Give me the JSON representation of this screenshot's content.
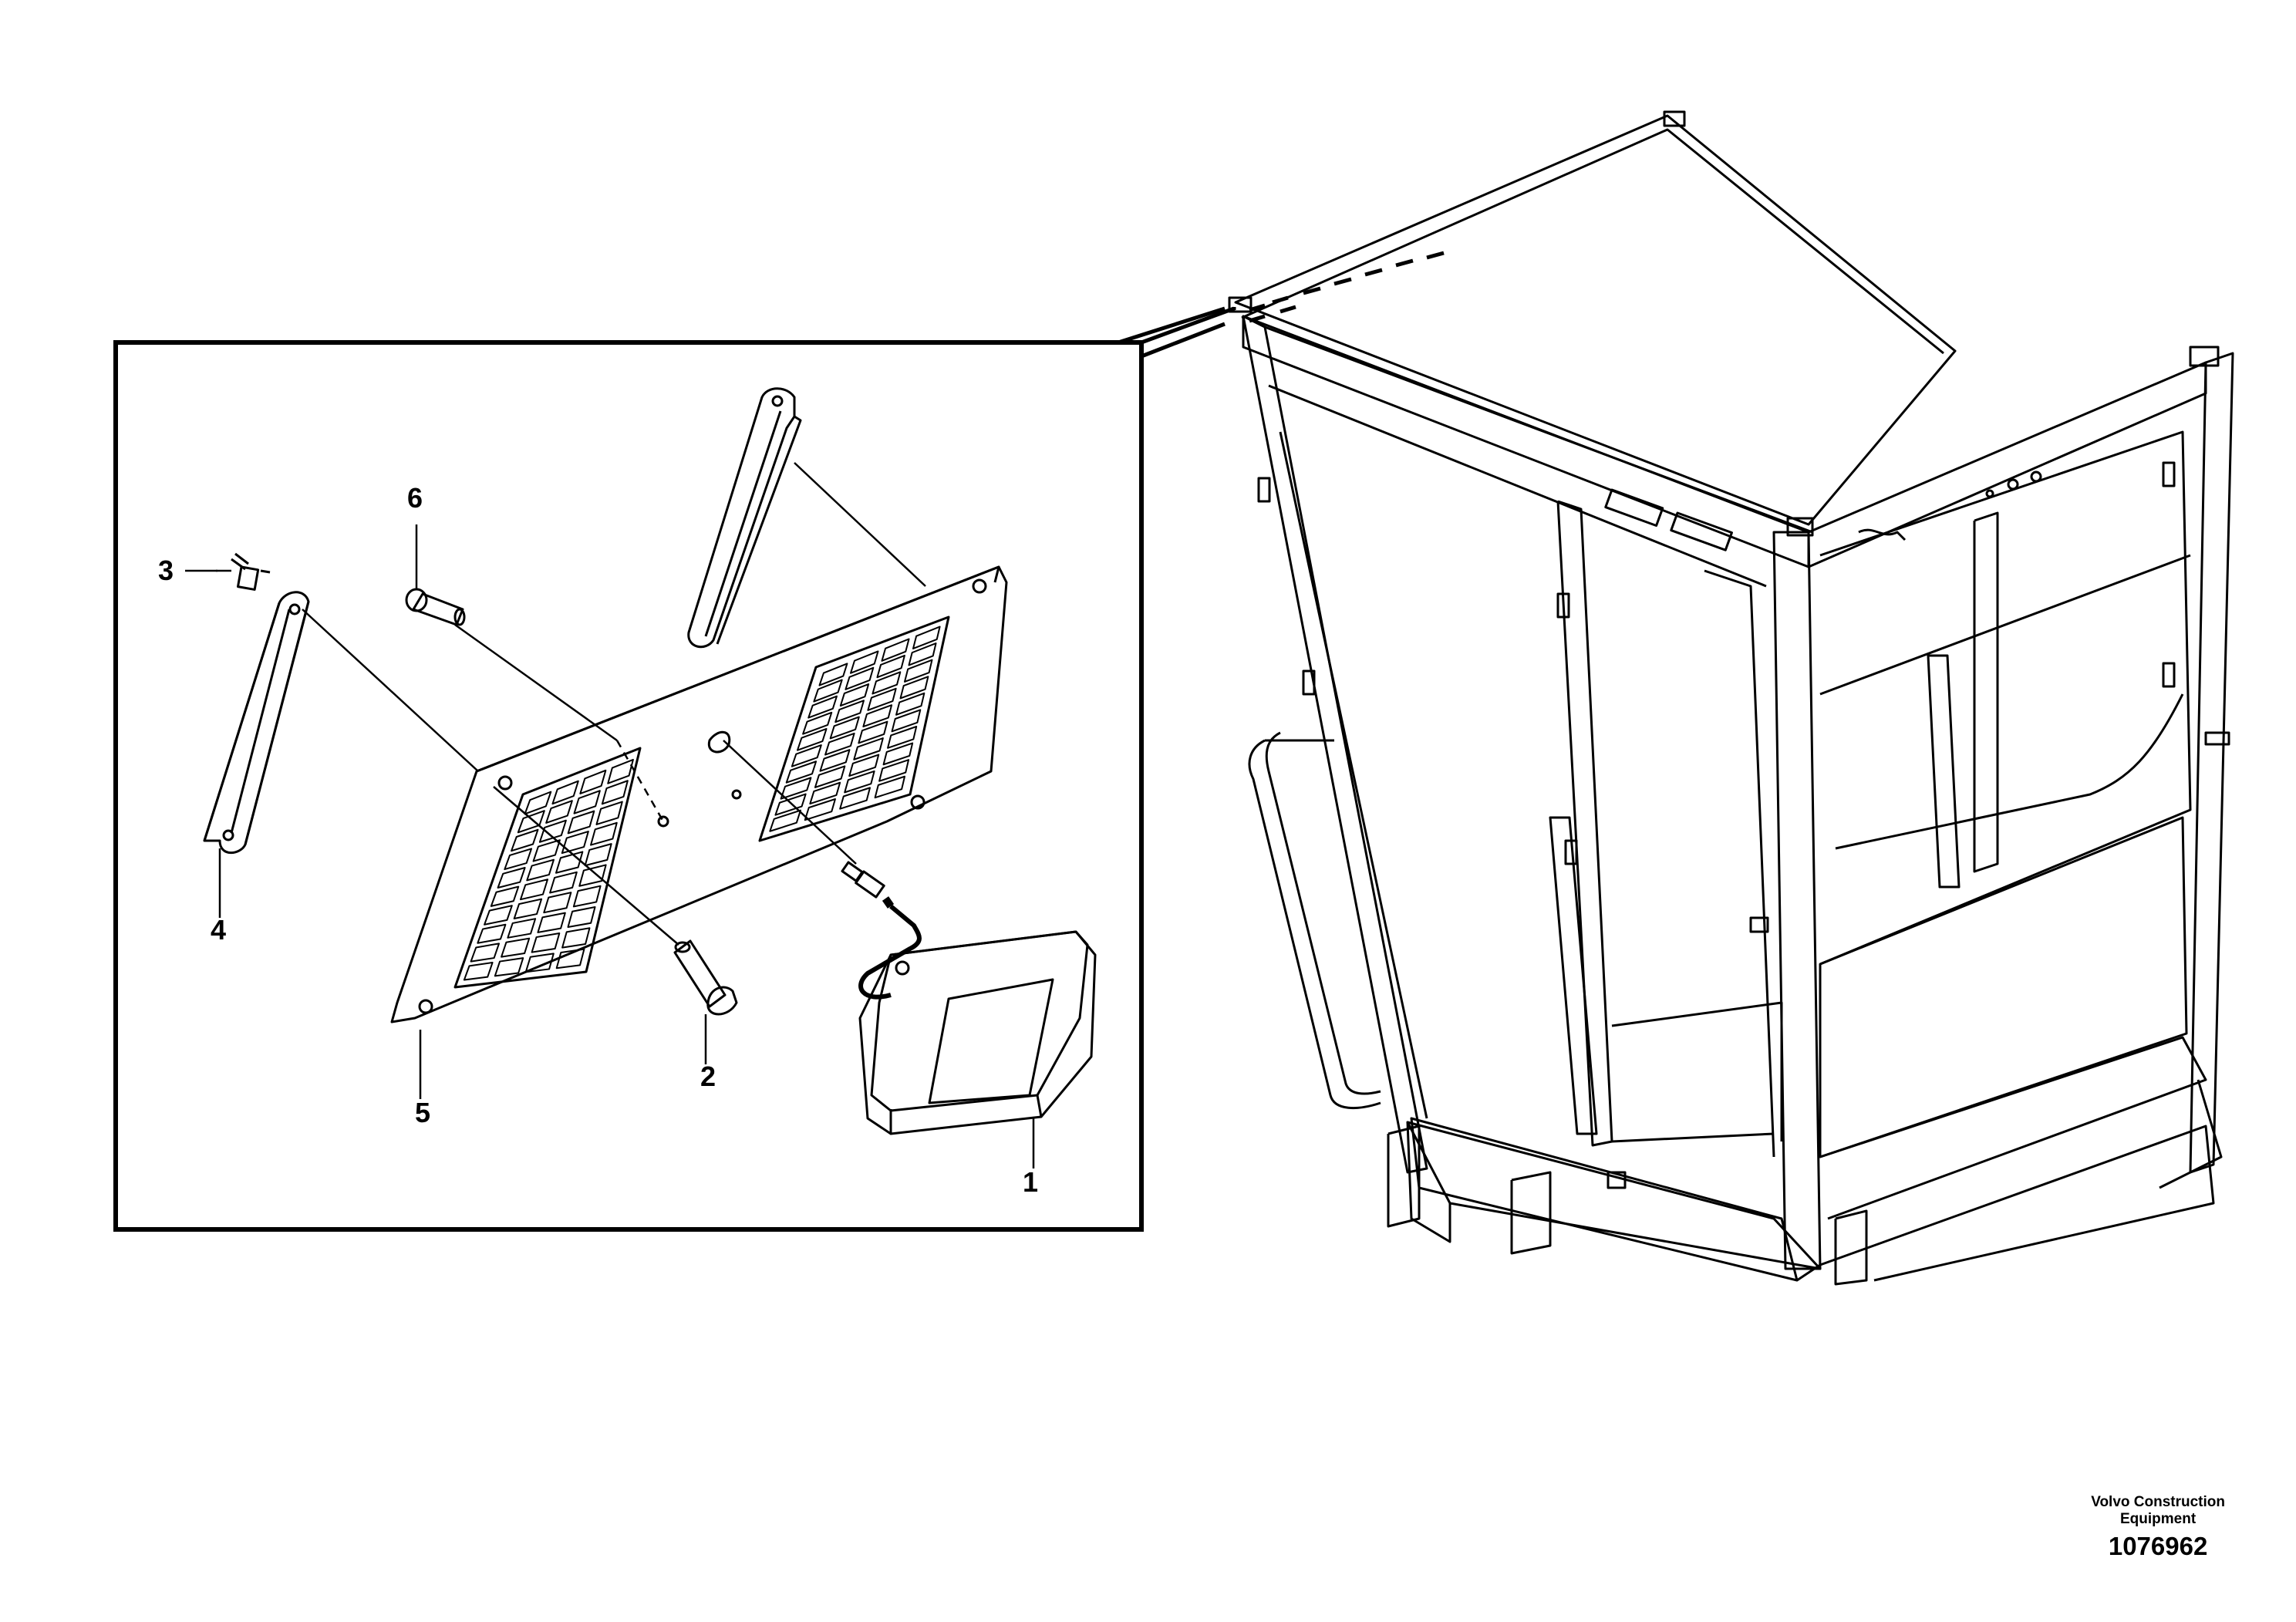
{
  "diagram": {
    "callouts": [
      {
        "id": "1",
        "label": "1"
      },
      {
        "id": "2",
        "label": "2"
      },
      {
        "id": "3",
        "label": "3"
      },
      {
        "id": "4",
        "label": "4"
      },
      {
        "id": "5",
        "label": "5"
      },
      {
        "id": "6",
        "label": "6"
      }
    ]
  },
  "footer": {
    "brand_line1": "Volvo Construction",
    "brand_line2": "Equipment",
    "doc_number": "1076962"
  }
}
